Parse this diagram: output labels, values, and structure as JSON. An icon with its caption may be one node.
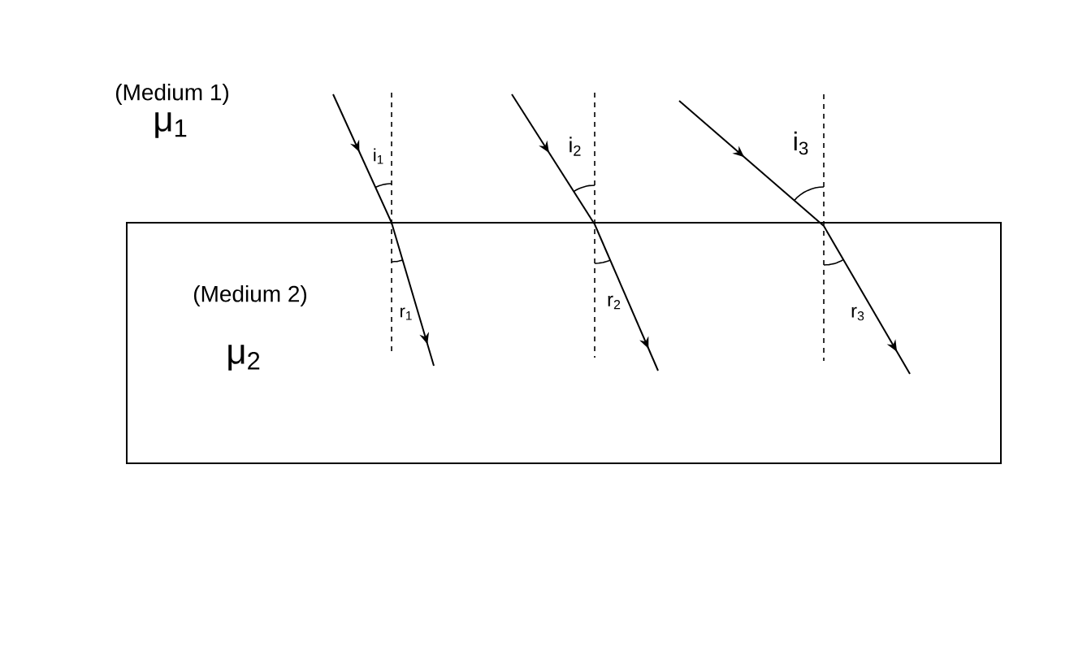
{
  "diagram": {
    "nodes": [
      {
        "text": [
          "(Medium 2)",
          "μ$_{2}$"
        ]
      }
    ],
    "labels": [
      "(Medium 1)",
      "μ$_{1}$",
      "i$_{1}$",
      "i$_{2}$",
      "i$_{3}$",
      "r$_{1}$",
      "r$_{2}$",
      "r$_{3}$"
    ]
  }
}
